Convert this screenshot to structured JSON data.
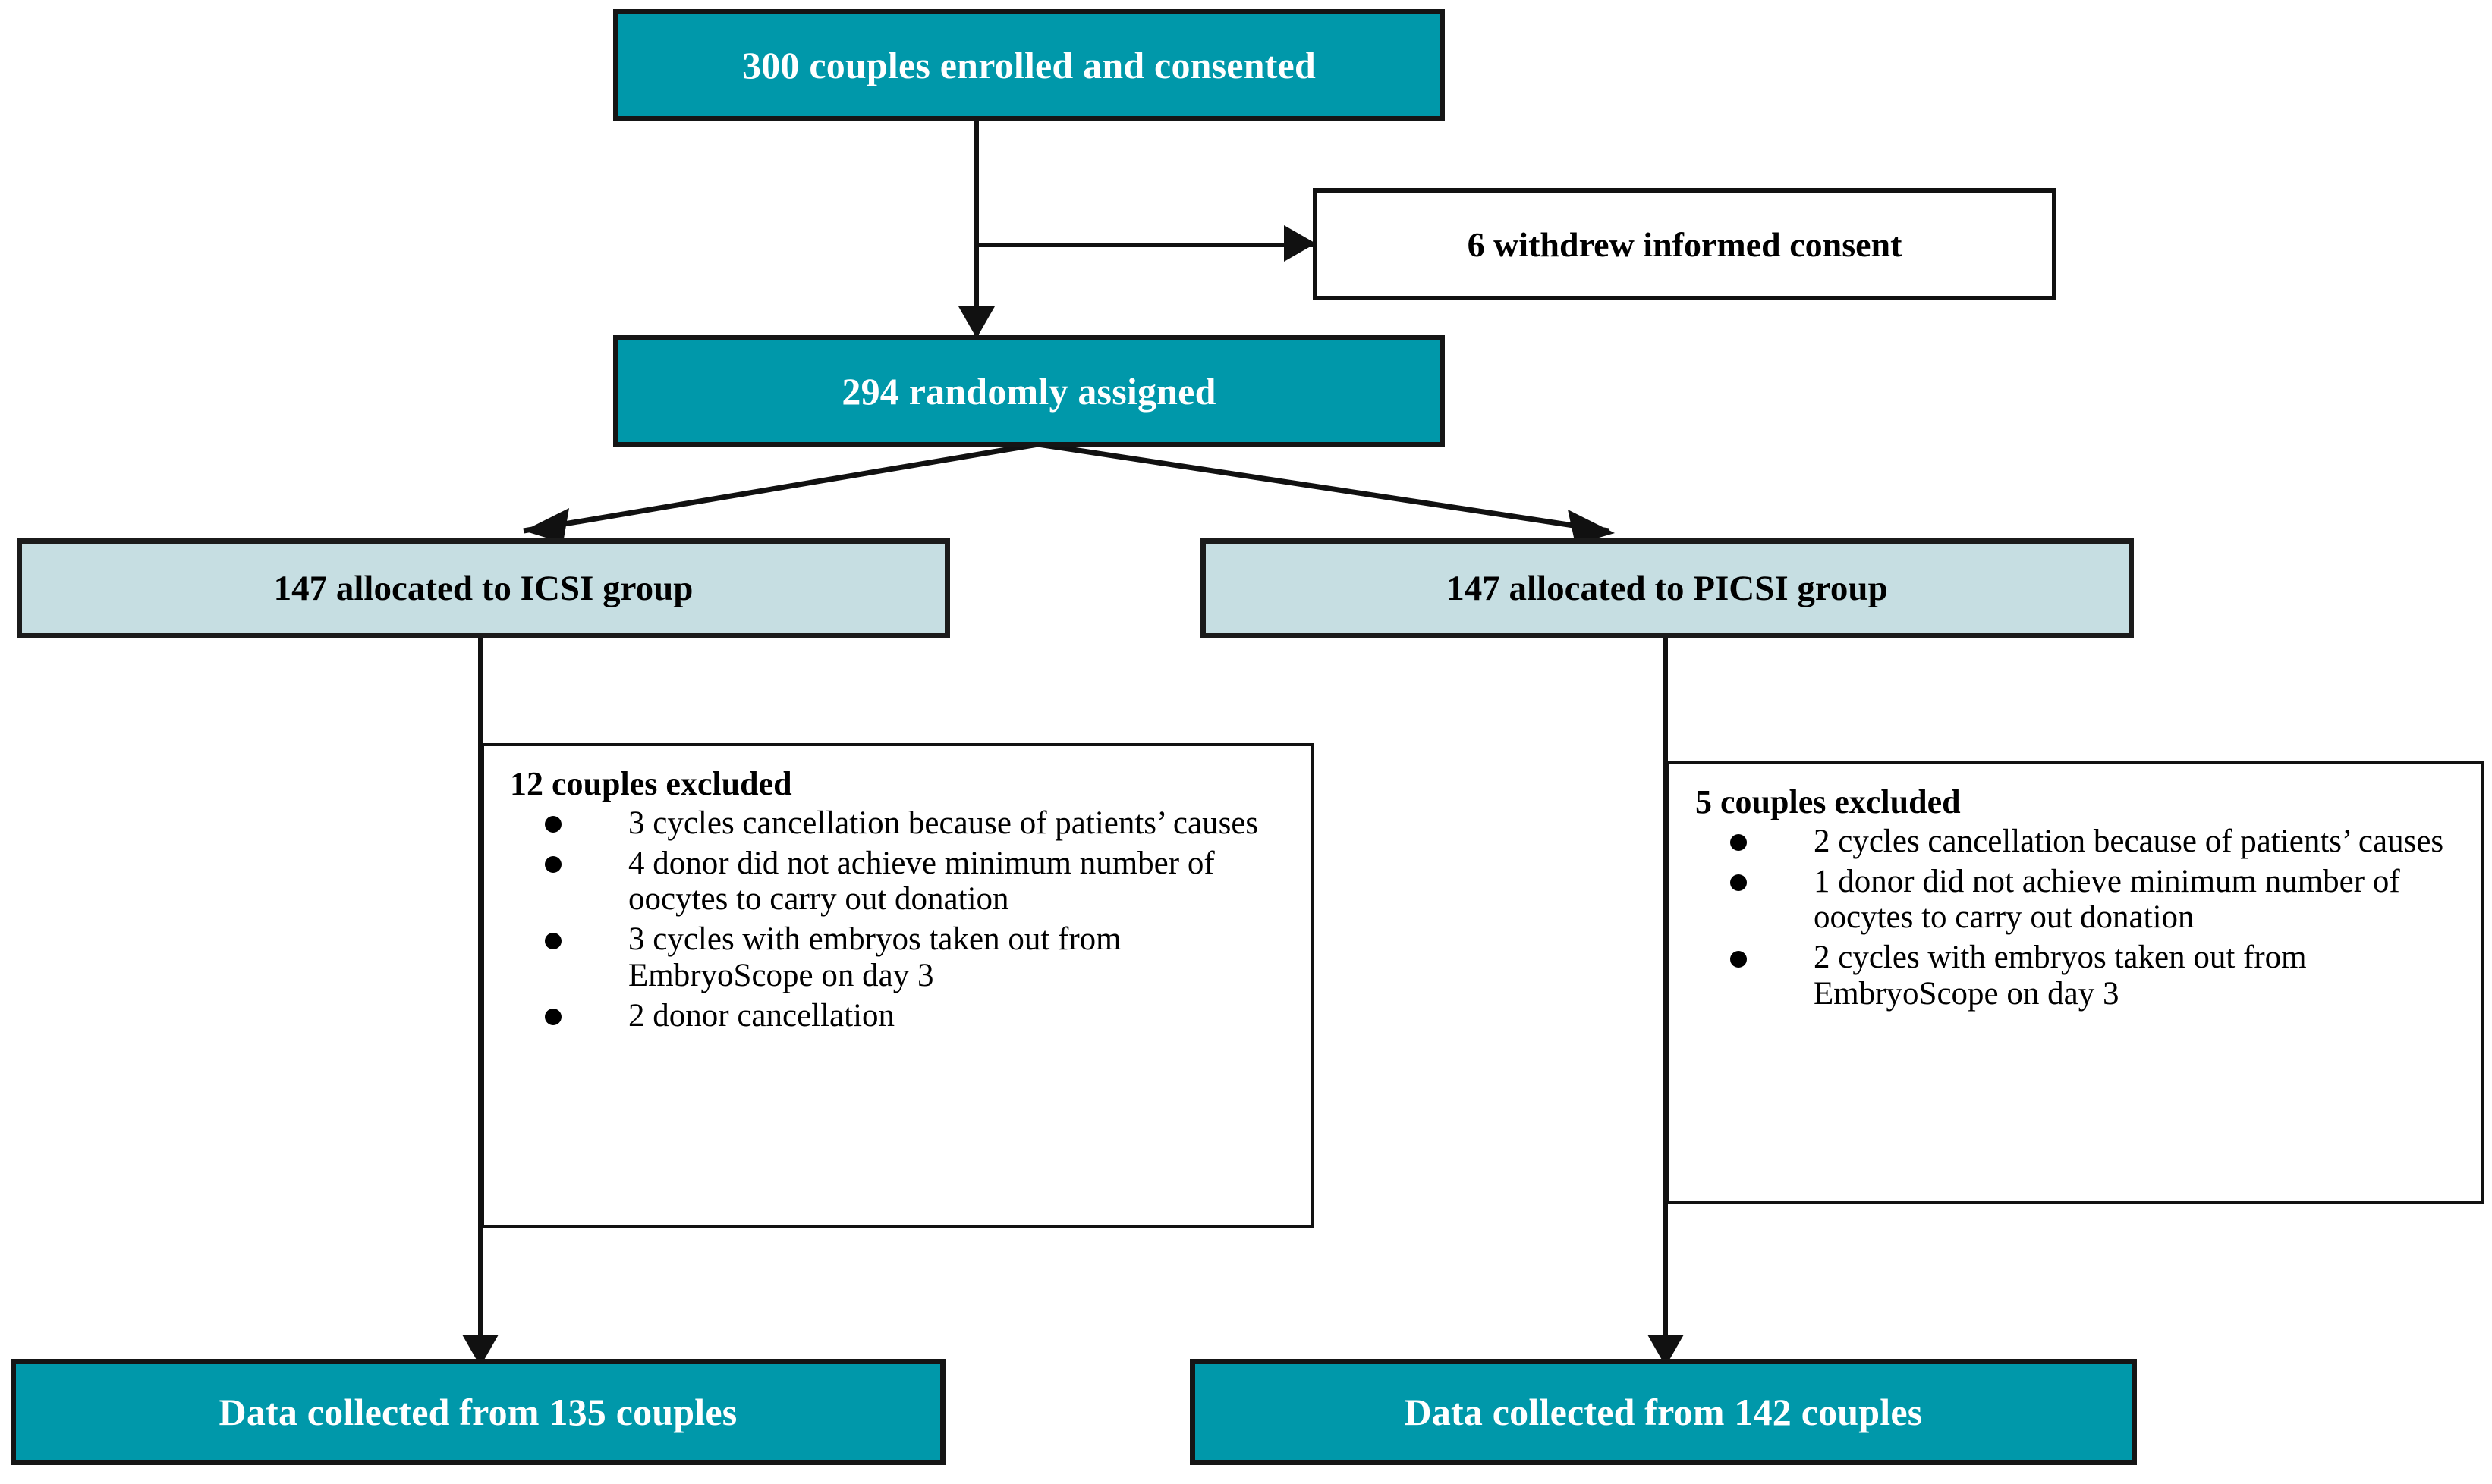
{
  "diagram": {
    "type": "consort-flow-diagram",
    "colors": {
      "teal_fill": "#0098aa",
      "pale_fill": "#c6dee2",
      "white_fill": "#ffffff",
      "line": "#111111",
      "teal_text": "#ffffff",
      "dark_text": "#000000"
    },
    "nodes": {
      "enrollment": {
        "label": "300 couples enrolled and consented"
      },
      "withdrew": {
        "label": "6 withdrew informed consent"
      },
      "randomized": {
        "label": "294 randomly assigned"
      },
      "alloc_left": {
        "label": "147 allocated to ICSI group"
      },
      "alloc_right": {
        "label": "147 allocated to PICSI group"
      },
      "excluded_left": {
        "title": "12 couples excluded",
        "items": [
          "3 cycles cancellation because of patients’ causes",
          "4 donor did not achieve minimum number of oocytes to carry out donation",
          "3 cycles with embryos taken out from EmbryoScope on day 3",
          "2 donor cancellation"
        ]
      },
      "excluded_right": {
        "title": "5 couples excluded",
        "items": [
          "2 cycles cancellation because of patients’ causes",
          "1 donor did not achieve minimum number of oocytes to carry out donation",
          "2 cycles with embryos taken out from EmbryoScope on day 3"
        ]
      },
      "result_left": {
        "label": "Data collected from 135 couples"
      },
      "result_right": {
        "label": "Data collected from 142 couples"
      }
    }
  }
}
